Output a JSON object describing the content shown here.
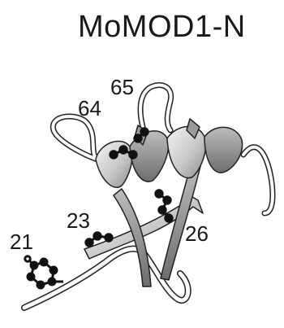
{
  "title": "MoMOD1-N",
  "residue_labels": [
    "65",
    "64",
    "23",
    "21",
    "26"
  ]
}
